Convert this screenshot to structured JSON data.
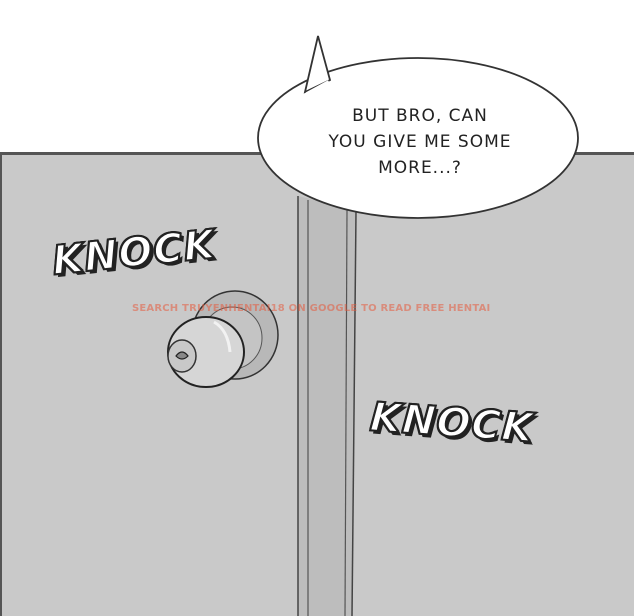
{
  "speech_bubble": {
    "lines": [
      "BUT BRO, CAN",
      "YOU GIVE ME SOME",
      "MORE...?"
    ]
  },
  "sound_effects": {
    "first": "KNOCK",
    "second": "KNOCK"
  },
  "watermark": "SEARCH TRUYENHENTAI18 ON GOOGLE TO READ FREE HENTAI",
  "colors": {
    "door": "#c9c9c9",
    "frame": "#bdbdbd",
    "ink": "#222222",
    "watermark": "#e65a3c"
  }
}
